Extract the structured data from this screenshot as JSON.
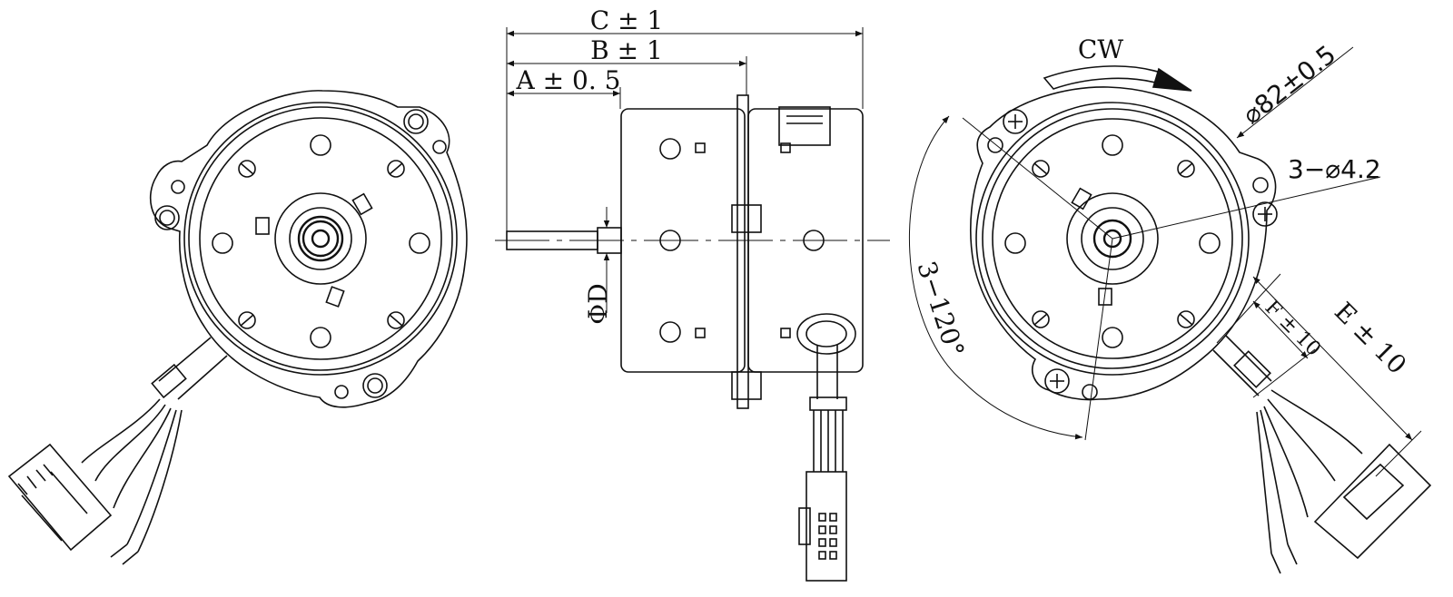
{
  "diagram": {
    "side_view": {
      "dim_c": "C ± 1",
      "dim_b": "B ± 1",
      "dim_a": "A ± 0. 5",
      "dim_d": "ΦD"
    },
    "rear_view": {
      "rotation": "CW",
      "dim_outer": "⌀82±0.5",
      "dim_holes": "3−⌀4.2",
      "dim_angle": "3−120°",
      "dim_e": "E ± 10",
      "dim_f": "F ± 10"
    }
  }
}
